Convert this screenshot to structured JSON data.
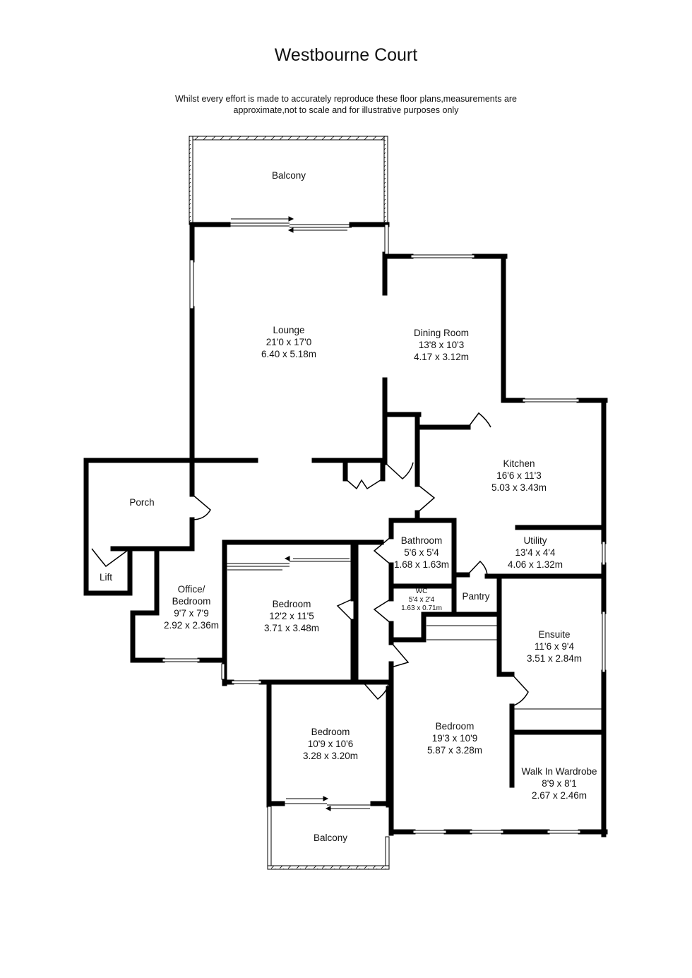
{
  "header": {
    "title": "Westbourne Court",
    "disclaimer_line1": "Whilst every effort is made to accurately reproduce these floor plans,measurements are",
    "disclaimer_line2": "approximate,not to scale and for illustrative purposes only"
  },
  "colors": {
    "wall": "#000000",
    "background": "#ffffff",
    "text": "#111111"
  },
  "rooms": {
    "balcony_top": {
      "name": "Balcony"
    },
    "lounge": {
      "name": "Lounge",
      "imperial": "21'0 x 17'0",
      "metric": "6.40 x 5.18m"
    },
    "dining": {
      "name": "Dining Room",
      "imperial": "13'8 x 10'3",
      "metric": "4.17 x 3.12m"
    },
    "kitchen": {
      "name": "Kitchen",
      "imperial": "16'6 x 11'3",
      "metric": "5.03 x 3.43m"
    },
    "porch": {
      "name": "Porch"
    },
    "lift": {
      "name": "Lift"
    },
    "bathroom": {
      "name": "Bathroom",
      "imperial": "5'6 x 5'4",
      "metric": "1.68 x 1.63m"
    },
    "utility": {
      "name": "Utility",
      "imperial": "13'4 x 4'4",
      "metric": "4.06 x 1.32m"
    },
    "wc": {
      "name": "WC",
      "imperial": "5'4 x 2'4",
      "metric": "1.63 x 0.71m"
    },
    "pantry": {
      "name": "Pantry"
    },
    "office": {
      "name1": "Office/",
      "name2": "Bedroom",
      "imperial": "9'7 x 7'9",
      "metric": "2.92 x 2.36m"
    },
    "bedroom2": {
      "name": "Bedroom",
      "imperial": "12'2 x 11'5",
      "metric": "3.71 x 3.48m"
    },
    "ensuite": {
      "name": "Ensuite",
      "imperial": "11'6 x 9'4",
      "metric": "3.51 x 2.84m"
    },
    "bedroom_main": {
      "name": "Bedroom",
      "imperial": "19'3 x 10'9",
      "metric": "5.87 x 3.28m"
    },
    "bedroom3": {
      "name": "Bedroom",
      "imperial": "10'9 x 10'6",
      "metric": "3.28 x 3.20m"
    },
    "wardrobe": {
      "name": "Walk In Wardrobe",
      "imperial": "8'9 x 8'1",
      "metric": "2.67 x 2.46m"
    },
    "balcony_bottom": {
      "name": "Balcony"
    }
  }
}
